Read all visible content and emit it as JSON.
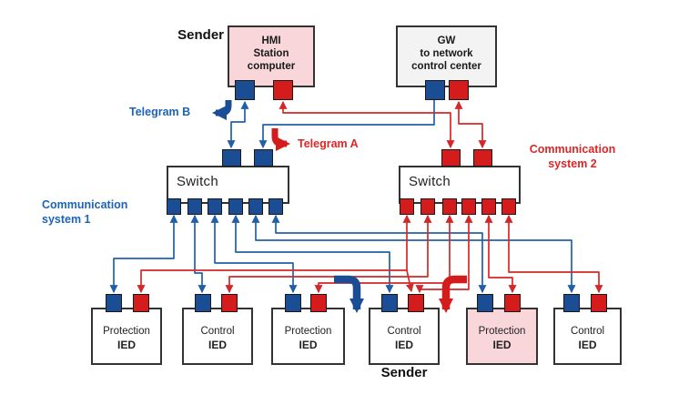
{
  "diagram": {
    "title_context": "Redundant communication system diagram",
    "colors": {
      "system1_blue_port": "#1b4d94",
      "system1_blue_line": "#2060ab",
      "system2_red_port": "#d41c1c",
      "system2_red_line": "#d42828",
      "highlight_pink": "#f8d6da",
      "gw_box_gray": "#f3f3f3",
      "box_border": "#333333"
    },
    "labels": {
      "sender_top": "Sender",
      "sender_bottom": "Sender",
      "telegram_a": "Telegram A",
      "telegram_b": "Telegram B",
      "comm1_line1": "Communication",
      "comm1_line2": "system 1",
      "comm2_line1": "Communication",
      "comm2_line2": "system 2"
    },
    "nodes": {
      "hmi": {
        "line1": "HMI",
        "line2": "Station",
        "line3": "computer",
        "highlighted": true
      },
      "gw": {
        "line1": "GW",
        "line2": "to network",
        "line3": "control center",
        "highlighted": false
      },
      "switch_left": {
        "label": "Switch"
      },
      "switch_right": {
        "label": "Switch"
      },
      "ieds": [
        {
          "label": "Protection",
          "sub": "IED",
          "highlighted": false
        },
        {
          "label": "Control",
          "sub": "IED",
          "highlighted": false
        },
        {
          "label": "Protection",
          "sub": "IED",
          "highlighted": false
        },
        {
          "label": "Control",
          "sub": "IED",
          "highlighted": false,
          "sender": true
        },
        {
          "label": "Protection",
          "sub": "IED",
          "highlighted": true
        },
        {
          "label": "Control",
          "sub": "IED",
          "highlighted": false
        }
      ]
    }
  }
}
